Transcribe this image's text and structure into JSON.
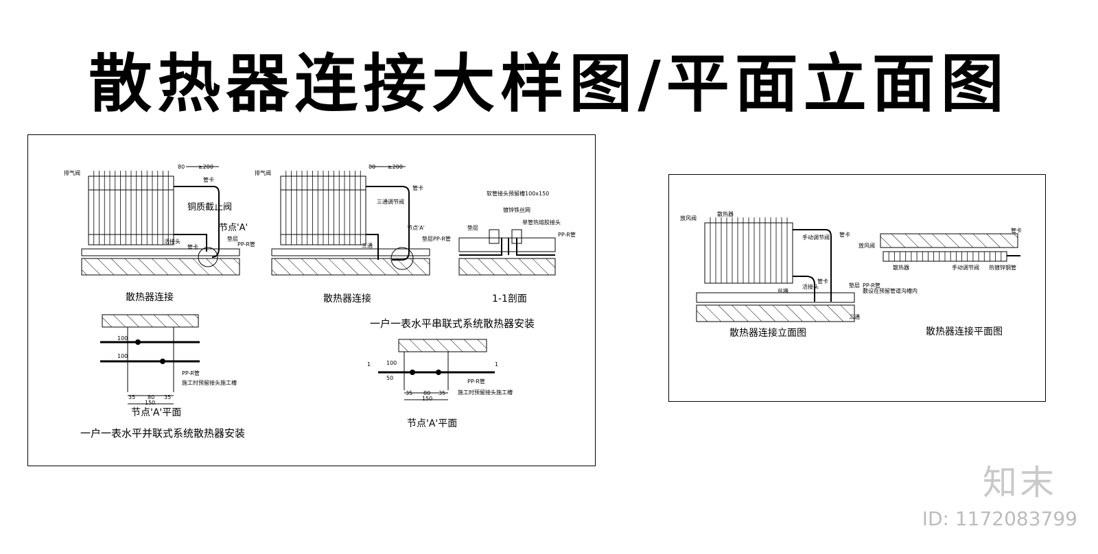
{
  "title": "散热器连接大样图/平面立面图",
  "left_panel": {
    "d1": {
      "exhaust_valve": "排气阀",
      "pipe_clip": "管卡",
      "copper_valve": "铜质截止阀",
      "connector": "活接头",
      "pipe_clip2": "管卡",
      "node": "节点'A'",
      "cushion": "垫层",
      "pp": "PP-R管",
      "dim1": "80",
      "dim2": "≥200",
      "caption": "散热器连接"
    },
    "d2": {
      "exhaust_valve": "排气阀",
      "pipe_clip": "管卡",
      "valve": "三通调节阀",
      "connector": "三通",
      "node": "节点'A'",
      "cushion": "垫层",
      "pp": "PP-R管",
      "dim1": "80",
      "dim2": "≥200",
      "caption": "散热器连接"
    },
    "d3": {
      "groove": "软管接头预留槽100x150",
      "mesh": "镀锌铁丝网",
      "pipe": "单管热熔胶接头",
      "cushion": "垫层",
      "pp": "PP-R管",
      "caption": "1-1剖面"
    },
    "series_title": "一户一表水平串联式系统散热器安装",
    "p1": {
      "d100a": "100",
      "d100b": "100",
      "d35a": "35",
      "d80": "80",
      "d35b": "35",
      "d150": "150",
      "pp": "PP-R管",
      "groove": "施工时预留接头施工槽",
      "caption": "节点'A'平面"
    },
    "p2": {
      "mark1": "1",
      "mark2": "1",
      "d100": "100",
      "d50": "50",
      "d35a": "35",
      "d80": "80",
      "d35b": "35",
      "d150": "150",
      "pp": "PP-R管",
      "groove": "施工时预留接头施工槽",
      "caption": "节点'A'平面"
    },
    "parallel_title": "一户一表水平并联式系统散热器安装"
  },
  "right_panel": {
    "elev": {
      "radiator": "散热器",
      "air_valve": "放风阀",
      "pipe_clip": "管卡",
      "manual_valve": "手动调节阀",
      "clip2": "管卡",
      "connector": "活接头",
      "plug": "丝堵",
      "cushion": "垫层",
      "pp": "PP-R管",
      "groove": "敷设在预留管道沟槽内",
      "tee": "三通",
      "caption": "散热器连接立面图"
    },
    "plan": {
      "pipe_clip": "管卡",
      "air_valve": "放风阀",
      "radiator": "散热器",
      "manual_valve": "手动调节阀",
      "mesh": "热镀锌钢管",
      "caption": "散热器连接平面图"
    }
  },
  "watermark": {
    "brand": "知末",
    "id": "ID: 1172083799"
  }
}
